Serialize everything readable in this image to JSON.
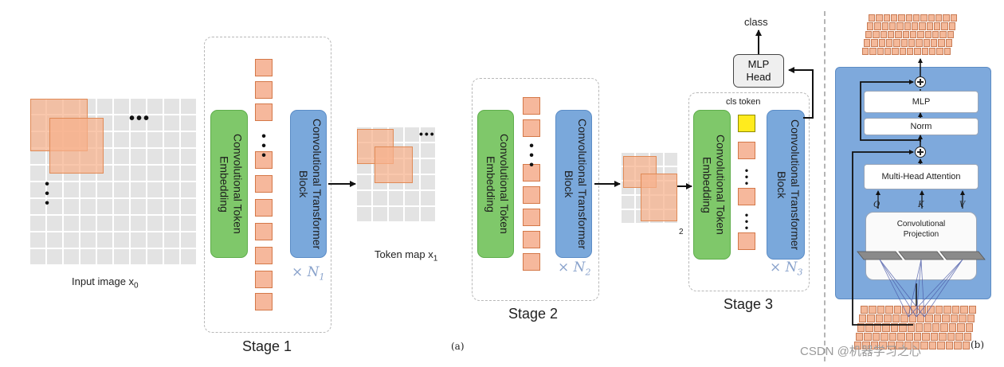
{
  "input_label": "Input image x",
  "input_sub": "0",
  "stage1": {
    "title": "Stage 1",
    "embedding": "Convolutional Token Embedding",
    "block": "Convolutional Transformer Block",
    "mult": "× N",
    "mult_sub": "1"
  },
  "token_map_label": "Token map x",
  "token_map_sub": "1",
  "stage2": {
    "title": "Stage 2",
    "embedding": "Convolutional Token Embedding",
    "block": "Convolutional Transformer Block",
    "mult": "× N",
    "mult_sub": "2"
  },
  "token_map2_sub": "2",
  "stage3": {
    "title": "Stage 3",
    "embedding": "Convolutional Token Embedding",
    "block": "Convolutional Transformer Block",
    "mult": "× N",
    "mult_sub": "3",
    "cls_token": "cls token"
  },
  "head": {
    "line1": "MLP",
    "line2": "Head",
    "output": "class"
  },
  "caption_a": "(a)",
  "caption_b": "(b)",
  "panel_b": {
    "mlp": "MLP",
    "norm": "Norm",
    "attention": "Multi-Head Attention",
    "q": "Q",
    "k": "K",
    "v": "V",
    "projection": "Convolutional Projection"
  },
  "watermark": "CSDN @机器学习之心",
  "colors": {
    "green": "#7fc86a",
    "blue": "#7aa8db",
    "token": "#f6b89c",
    "cls": "#ffeb1e",
    "panel_bg": "#7ea9dc"
  }
}
